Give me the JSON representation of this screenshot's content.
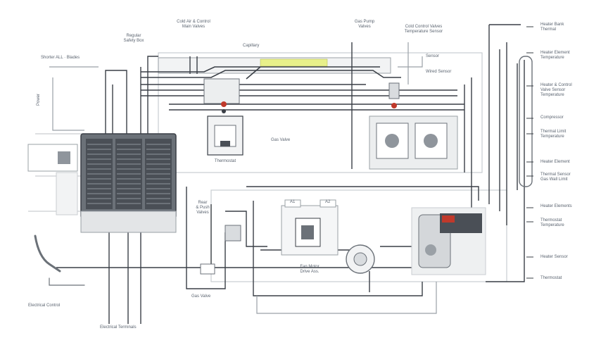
{
  "colors": {
    "wire": "#3a3f46",
    "wire_light": "#9aa0a6",
    "panel_dark": "#4a4f56",
    "panel_mid": "#8f959c",
    "highlight": "#e8f08a",
    "accent_red": "#c0392b",
    "frame": "#d9dcdf",
    "label": "#5b6470"
  },
  "labels": {
    "top_left_a": "Shorter ALL · Blades",
    "top_left_b": "Regular\nSafety Box",
    "top_mid_a": "Cold Air & Control\nMain Valves",
    "top_mid_b": "Capillary",
    "top_mid_c": "Gas Pump\nValves",
    "top_mid_d": "Cold Control Valves\nTemperature Sensor",
    "top_mid_e": "Sensor",
    "top_mid_f": "Wired Sensor",
    "left_vertical": "Power",
    "sec_a": "Thermostat",
    "sec_b": "Gas Valve",
    "box_a1": "A1",
    "box_a2": "A2",
    "mid_lbl_a": "Rear\n& Push\nValves",
    "mid_lbl_b": "Gas Valve",
    "mid_lbl_c": "Fan Motor\nDrive Ass.",
    "bottom_left_a": "Electrical Control",
    "bottom_left_b": "Electrical Terminals",
    "right_1": "Heater Bank\nThermal",
    "right_2": "Heater Element\nTemperature",
    "right_3": "Heater & Control\nValve Sensor\nTemperature",
    "right_4": "Compressor",
    "right_5": "Thermal Limit\nTemperature",
    "right_6": "Heater Element",
    "right_7": "Thermal Sensor\nGas Wall Limit",
    "right_8": "Heater Elements",
    "right_9": "Thermostat\nTemperature",
    "right_10": "Heater Sensor",
    "right_11": "Thermostat"
  }
}
